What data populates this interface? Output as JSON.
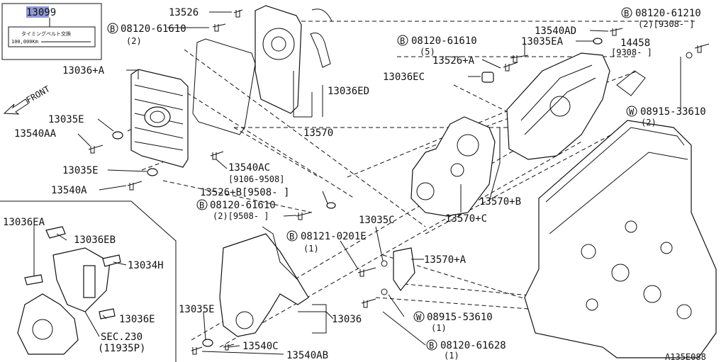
{
  "diagram": {
    "id_code": "A135E088",
    "front_label": "FRONT",
    "label_box": {
      "part_no": "13099",
      "line1": "タイミングベルト交換",
      "line2": "100,000Km"
    },
    "labels": {
      "p13526_top": "13526",
      "b08120_61610_top": "08120-61610",
      "b08120_61610_top_qty": "(2)",
      "p13036A": "13036+A",
      "p13035E_a": "13035E",
      "p13540AA": "13540AA",
      "p13035E_b": "13035E",
      "p13540A": "13540A",
      "p13036ED": "13036ED",
      "p13570": "13570",
      "p13540AC": "13540AC",
      "p13540AC_range": "[9106-9508]",
      "p13526B": "13526+B[9508-  ]",
      "b08120_61610_mid": "08120-61610",
      "b08120_61610_mid_qty": "(2)[9508-  ]",
      "b08120_61610_r": "08120-61610",
      "b08120_61610_r_qty": "(5)",
      "p13526A": "13526+A",
      "p13036EC": "13036EC",
      "p13540AD": "13540AD",
      "p13035EA": "13035EA",
      "b08120_61210": "08120-61210",
      "b08120_61210_qty": "(2)[9308-  ]",
      "p14458": "14458",
      "p14458_range": "[9308-  ]",
      "w08915_33610": "08915-33610",
      "w08915_33610_qty": "(2)",
      "p13570B": "13570+B",
      "p13570C": "13570+C",
      "p13035C": "13035C",
      "b08121_0201E": "08121-0201E",
      "b08121_0201E_qty": "(1)",
      "p13570A": "13570+A",
      "p13036EA": "13036EA",
      "p13036EB": "13036EB",
      "p13034H": "13034H",
      "p13036E": "13036E",
      "sec230": "SEC.230",
      "sec230_sub": "(11935P)",
      "p13035E_c": "13035E",
      "p13540C": "13540C",
      "p13540AB": "13540AB",
      "p13036": "13036",
      "w08915_53610": "08915-53610",
      "w08915_53610_qty": "(1)",
      "b08120_61628": "08120-61628",
      "b08120_61628_qty": "(1)",
      "mark_B": "B",
      "mark_W": "W"
    }
  }
}
